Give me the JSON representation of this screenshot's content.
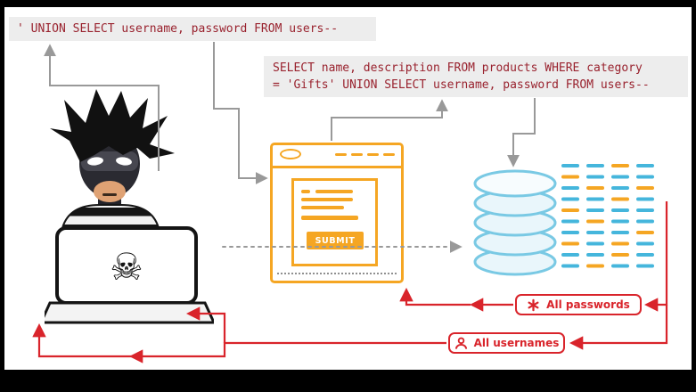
{
  "code": {
    "payload": "' UNION SELECT username, password FROM users--",
    "query_line1": "SELECT name, description FROM products WHERE category",
    "query_line2": "= 'Gifts' UNION SELECT username, password FROM users--"
  },
  "browser": {
    "submit_label": "SUBMIT"
  },
  "badges": {
    "passwords": "All passwords",
    "usernames": "All usernames"
  },
  "glyphs": {
    "skull": "☠"
  },
  "results_grid": {
    "blue": "#45b6dc",
    "orange": "#f5a623",
    "pattern": [
      "BBOB",
      "OBBB",
      "BOBO",
      "BBOB",
      "OBBB",
      "BOBB",
      "BBBO",
      "OBOB",
      "BBOB",
      "BOBB"
    ]
  },
  "colors": {
    "code_text": "#99222e",
    "code_bg": "#ededed",
    "accent_orange": "#f5a623",
    "flow_red": "#d9242b",
    "db_blue": "#79c9e4",
    "arrow_gray": "#999999"
  }
}
